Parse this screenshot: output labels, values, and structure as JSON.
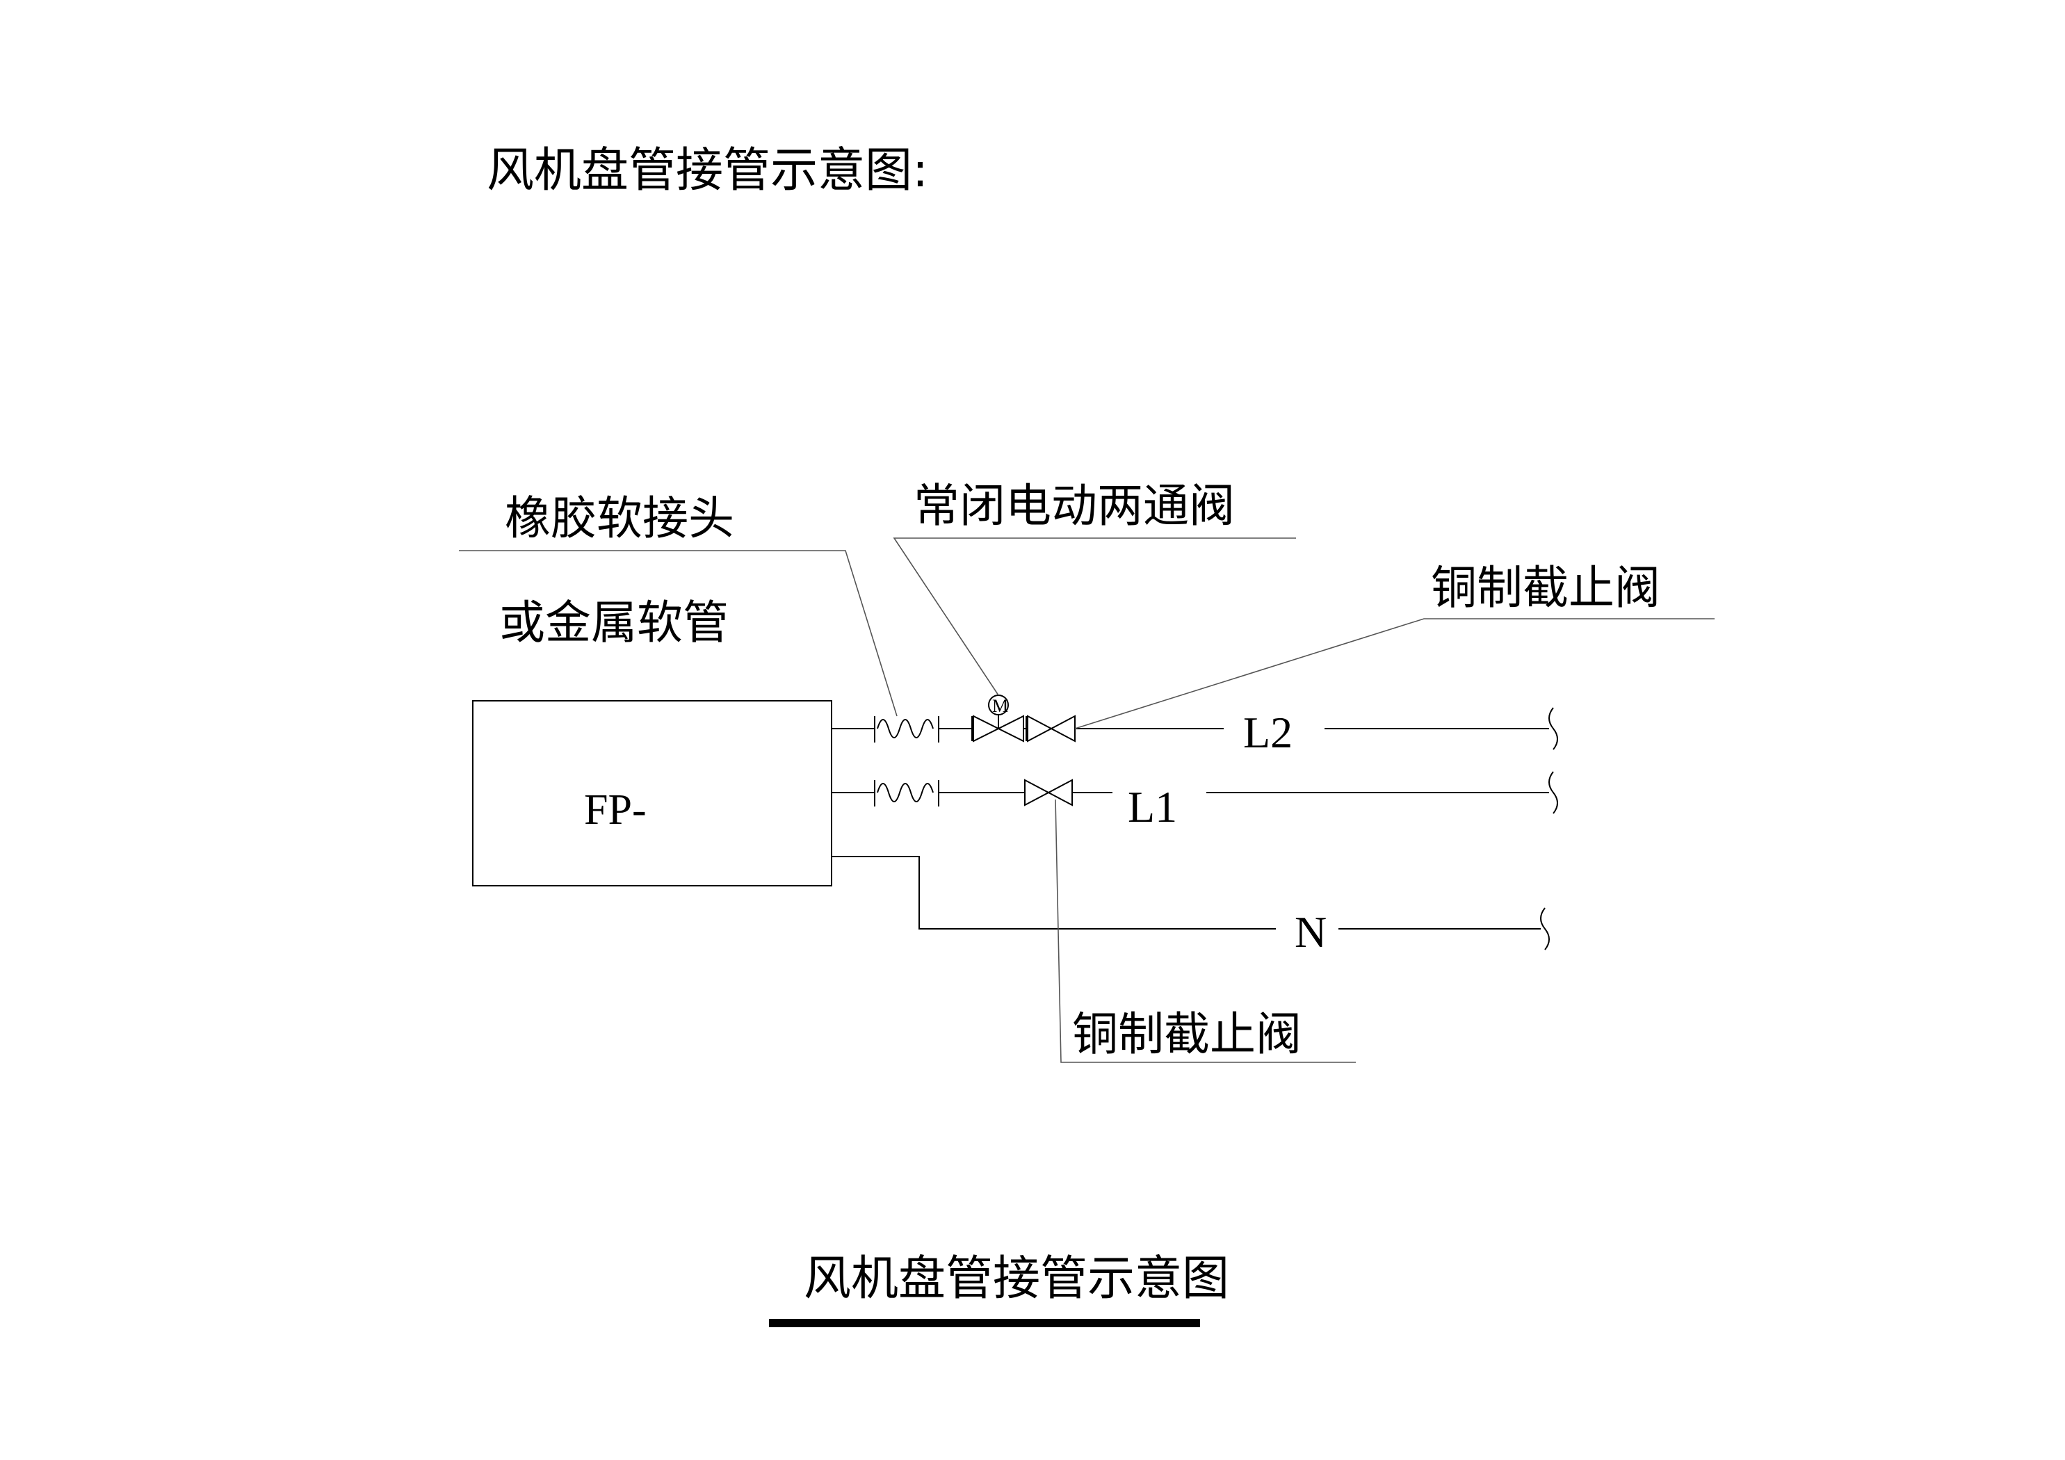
{
  "sheet_heading": "风机盘管接管示意图:",
  "caption": "风机盘管接管示意图",
  "unit_label": "FP-",
  "pipes": {
    "supply": "L2",
    "return": "L1",
    "condensate": "N"
  },
  "callouts": {
    "flex_joint_line1": "橡胶软接头",
    "flex_joint_line2": "或金属软管",
    "motorized_valve": "常闭电动两通阀",
    "stop_valve_upper": "铜制截止阀",
    "stop_valve_lower": "铜制截止阀"
  },
  "actuator_symbol": "M",
  "line_color": "#000000"
}
